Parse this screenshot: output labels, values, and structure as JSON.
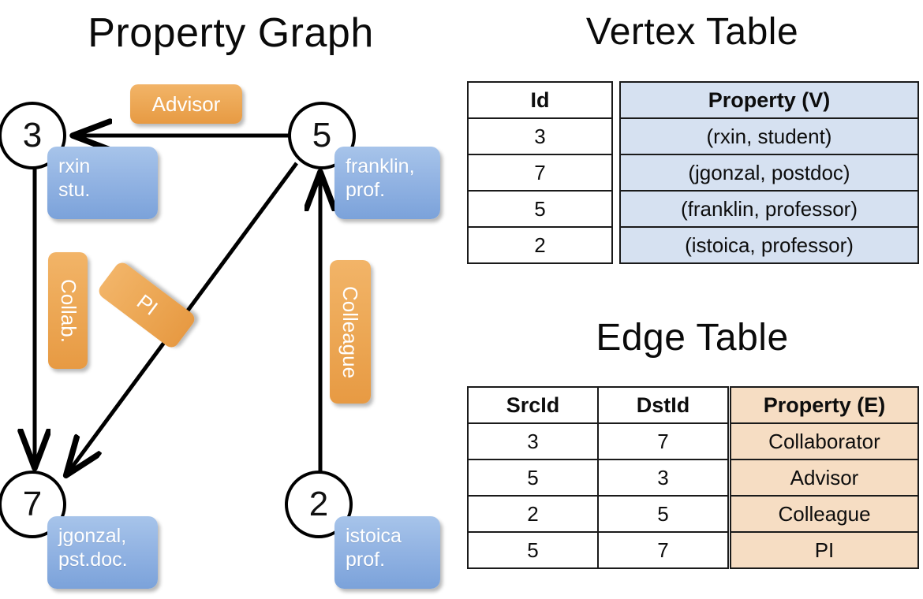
{
  "titles": {
    "property_graph": "Property Graph",
    "vertex_table": "Vertex Table",
    "edge_table": "Edge Table"
  },
  "colors": {
    "vertex_property_fill": "#d6e1f1",
    "edge_property_fill": "#f6ddc3",
    "vertex_callout": "#93b4e3",
    "edge_chip": "#eda957",
    "stroke": "#000000",
    "background": "#ffffff"
  },
  "graph": {
    "nodes": [
      {
        "id": "3",
        "label": "3",
        "property_lines": [
          "rxin",
          "stu."
        ]
      },
      {
        "id": "5",
        "label": "5",
        "property_lines": [
          "franklin,",
          "prof."
        ]
      },
      {
        "id": "7",
        "label": "7",
        "property_lines": [
          "jgonzal,",
          "pst.doc."
        ]
      },
      {
        "id": "2",
        "label": "2",
        "property_lines": [
          "istoica",
          "prof."
        ]
      }
    ],
    "edge_labels": [
      {
        "name": "advisor",
        "text": "Advisor",
        "orientation": "horizontal"
      },
      {
        "name": "collab",
        "text": "Collab.",
        "orientation": "vertical"
      },
      {
        "name": "pi",
        "text": "PI",
        "orientation": "diagonal"
      },
      {
        "name": "colleague",
        "text": "Colleague",
        "orientation": "vertical"
      }
    ],
    "edges": [
      {
        "from": "5",
        "to": "3",
        "label": "Advisor"
      },
      {
        "from": "3",
        "to": "7",
        "label": "Collab."
      },
      {
        "from": "5",
        "to": "7",
        "label": "PI"
      },
      {
        "from": "2",
        "to": "5",
        "label": "Colleague"
      }
    ]
  },
  "vertex_table": {
    "headers": [
      "Id",
      "Property (V)"
    ],
    "rows": [
      {
        "id": "3",
        "property": "(rxin, student)"
      },
      {
        "id": "7",
        "property": "(jgonzal, postdoc)"
      },
      {
        "id": "5",
        "property": "(franklin, professor)"
      },
      {
        "id": "2",
        "property": "(istoica, professor)"
      }
    ]
  },
  "edge_table": {
    "headers": [
      "SrcId",
      "DstId",
      "Property (E)"
    ],
    "rows": [
      {
        "src": "3",
        "dst": "7",
        "property": "Collaborator"
      },
      {
        "src": "5",
        "dst": "3",
        "property": "Advisor"
      },
      {
        "src": "2",
        "dst": "5",
        "property": "Colleague"
      },
      {
        "src": "5",
        "dst": "7",
        "property": "PI"
      }
    ]
  }
}
